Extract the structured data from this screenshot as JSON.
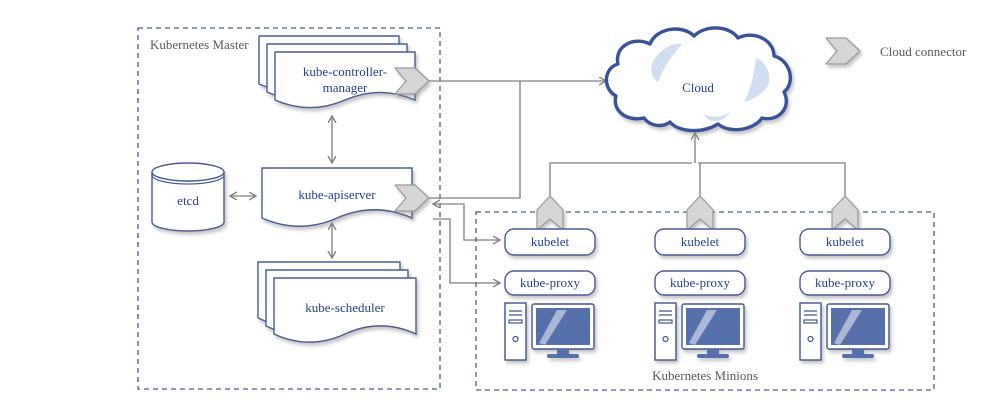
{
  "diagram": {
    "master": {
      "title": "Kubernetes Master",
      "controller_manager_line1": "kube-controller-",
      "controller_manager_line2": "manager",
      "etcd": "etcd",
      "apiserver": "kube-apiserver",
      "scheduler": "kube-scheduler"
    },
    "cloud": {
      "label": "Cloud"
    },
    "legend": {
      "cloud_connector": "Cloud connector"
    },
    "minions": {
      "title": "Kubernetes Minions",
      "nodes": [
        {
          "kubelet": "kubelet",
          "kube_proxy": "kube-proxy"
        },
        {
          "kubelet": "kubelet",
          "kube_proxy": "kube-proxy"
        },
        {
          "kubelet": "kubelet",
          "kube_proxy": "kube-proxy"
        }
      ]
    },
    "colors": {
      "node_stroke": "#4a5c96",
      "node_text": "#26418b",
      "section_title_text": "#595959",
      "cloud_stroke": "#39539b",
      "connector_fill": "#d6d6d6",
      "line": "#808080",
      "screen_fill": "#5570ab"
    }
  }
}
